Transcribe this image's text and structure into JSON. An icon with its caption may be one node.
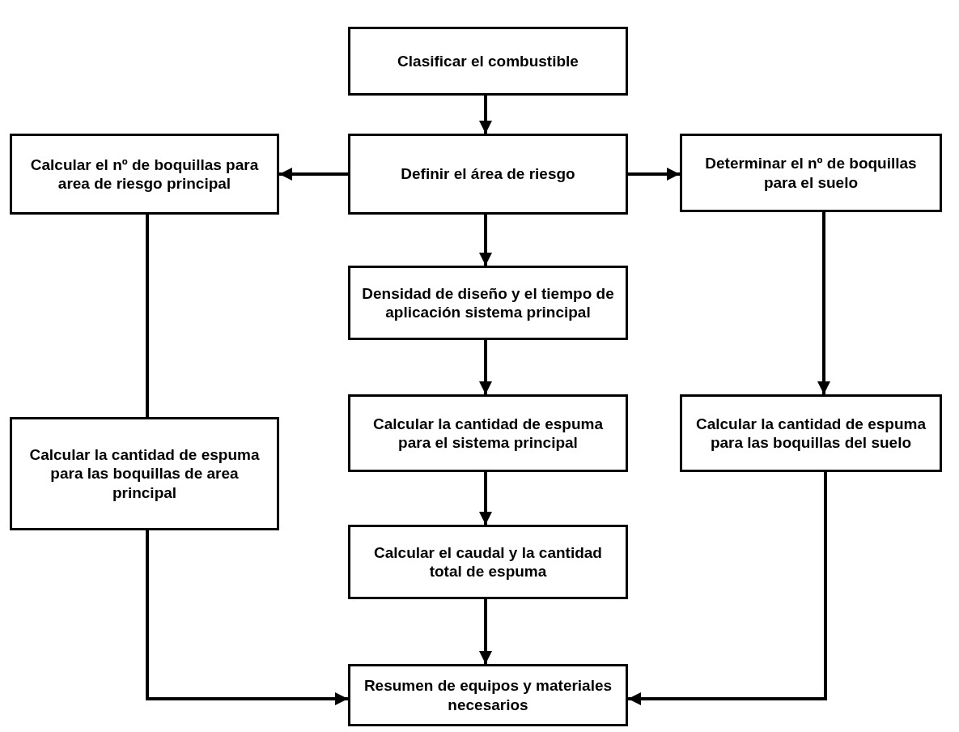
{
  "diagram": {
    "nodes": [
      {
        "text": [
          "Clasificar el combustible"
        ]
      },
      {
        "text": [
          "Calcular el nº de boquillas para area de riesgo principal"
        ]
      },
      {
        "text": [
          "Definir el área de riesgo"
        ]
      },
      {
        "text": [
          "Determinar el nº de boquillas para el suelo"
        ]
      },
      {
        "text": [
          "Densidad de diseño y el tiempo de aplicación sistema principal"
        ]
      },
      {
        "text": [
          "Calcular la cantidad de espuma para las boquillas de area principal"
        ]
      },
      {
        "text": [
          "Calcular la cantidad de espuma para el sistema principal"
        ]
      },
      {
        "text": [
          "Calcular la cantidad de espuma para las boquillas del suelo"
        ]
      },
      {
        "text": [
          "Calcular el caudal y la cantidad total de espuma"
        ]
      },
      {
        "text": [
          "Resumen de equipos y materiales necesarios"
        ]
      }
    ],
    "edges": [
      {
        "from": 0,
        "to": 2,
        "arrow": "to"
      },
      {
        "from": 2,
        "to": 1,
        "arrow": "to"
      },
      {
        "from": 2,
        "to": 3,
        "arrow": "to"
      },
      {
        "from": 2,
        "to": 4,
        "arrow": "to"
      },
      {
        "from": 4,
        "to": 6,
        "arrow": "to"
      },
      {
        "from": 6,
        "to": 8,
        "arrow": "to"
      },
      {
        "from": 8,
        "to": 9,
        "arrow": "to"
      },
      {
        "from": 3,
        "to": 7,
        "arrow": "to"
      },
      {
        "from": 1,
        "to": 5,
        "arrow": "none"
      },
      {
        "from": 5,
        "to": 9,
        "arrow": "to"
      },
      {
        "from": 7,
        "to": 9,
        "arrow": "to"
      }
    ]
  }
}
